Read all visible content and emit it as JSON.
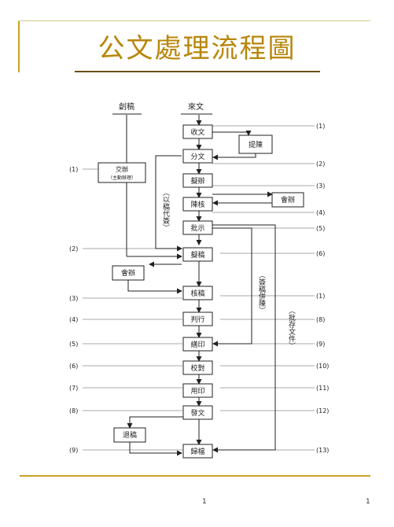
{
  "title": "公文處理流程圖",
  "footer": {
    "left": "1",
    "right": "1"
  },
  "top_labels": {
    "origin": "創稿",
    "incoming": "來文"
  },
  "nodes": {
    "receive": "收文",
    "present": "提陳",
    "distribute": "分文",
    "proposal": "擬辦",
    "review_submit": "陳核",
    "countersign_1": "會辦",
    "instruct": "批示",
    "draft": "擬稿",
    "countersign_2": "會辦",
    "check_draft": "核稿",
    "judge": "判行",
    "print": "繕印",
    "proofread": "校對",
    "seal": "用印",
    "dispatch": "發文",
    "return_draft": "退稿",
    "archive": "歸檔"
  },
  "assign": {
    "line1": "交辦",
    "line2": "（主動辦理）"
  },
  "side_notes": {
    "substitute": "（以稿代簽）",
    "sign_draft": "（簽稿併陳）",
    "archive_docs": "（批存文件）"
  },
  "left_markers": [
    "(1)",
    "(2)",
    "(3)",
    "(4)",
    "(5)",
    "(6)",
    "(7)",
    "(8)",
    "(9)"
  ],
  "right_markers": [
    "(1)",
    "(2)",
    "(3)",
    "(4)",
    "(5)",
    "(6)",
    "(1)",
    "(8)",
    "(9)",
    "(10)",
    "(11)",
    "(12)",
    "(13)"
  ]
}
